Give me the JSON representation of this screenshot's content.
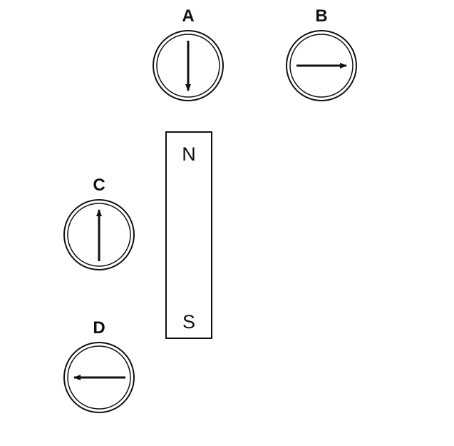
{
  "colors": {
    "ink": "#111111",
    "background": "#ffffff"
  },
  "compasses": [
    {
      "id": "A",
      "label": "A",
      "needle": "down"
    },
    {
      "id": "B",
      "label": "B",
      "needle": "right"
    },
    {
      "id": "C",
      "label": "C",
      "needle": "up"
    },
    {
      "id": "D",
      "label": "D",
      "needle": "left"
    }
  ],
  "magnet": {
    "north_label": "N",
    "south_label": "S"
  }
}
